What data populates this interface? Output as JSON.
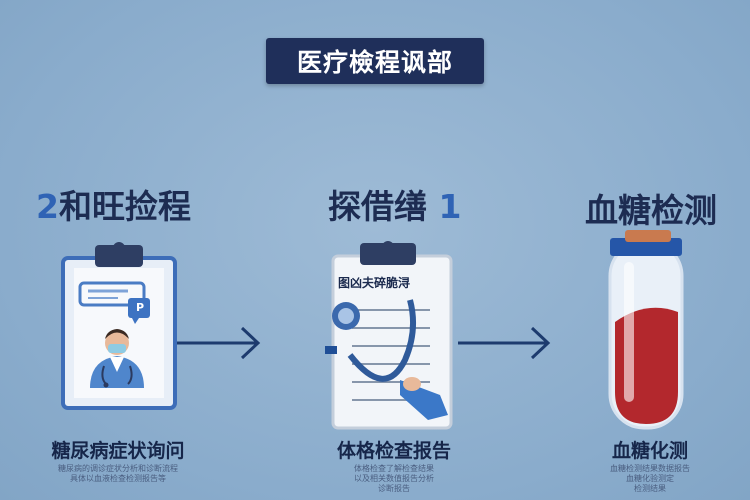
{
  "banner": {
    "title": "医疗檢程讽部"
  },
  "steps": [
    {
      "number": "2",
      "title": "和旺捡程",
      "caption": "糖尿病症状询问",
      "small_text": [
        "糖尿病的调诊症状分析和诊断流程",
        "具体以血液检查检测报告等"
      ]
    },
    {
      "number": "1",
      "title": "探借缮",
      "chart_label": "图凶夫碎脆浔",
      "caption": "体格检查报告",
      "small_text": [
        "体格检查了解检查结果",
        "以及相关数值报告分析",
        "诊断报告"
      ]
    },
    {
      "title": "血糖检测",
      "caption": "血糖化测",
      "small_text": [
        "血糖检测结果数据报告",
        "血糖化验测定",
        "检测结果"
      ]
    }
  ],
  "doctor_badge": "P",
  "colors": {
    "navy": "#1f2f5a",
    "arrow": "#1d3b6e",
    "blood": "#b3282d",
    "cap": "#c97a4f"
  }
}
